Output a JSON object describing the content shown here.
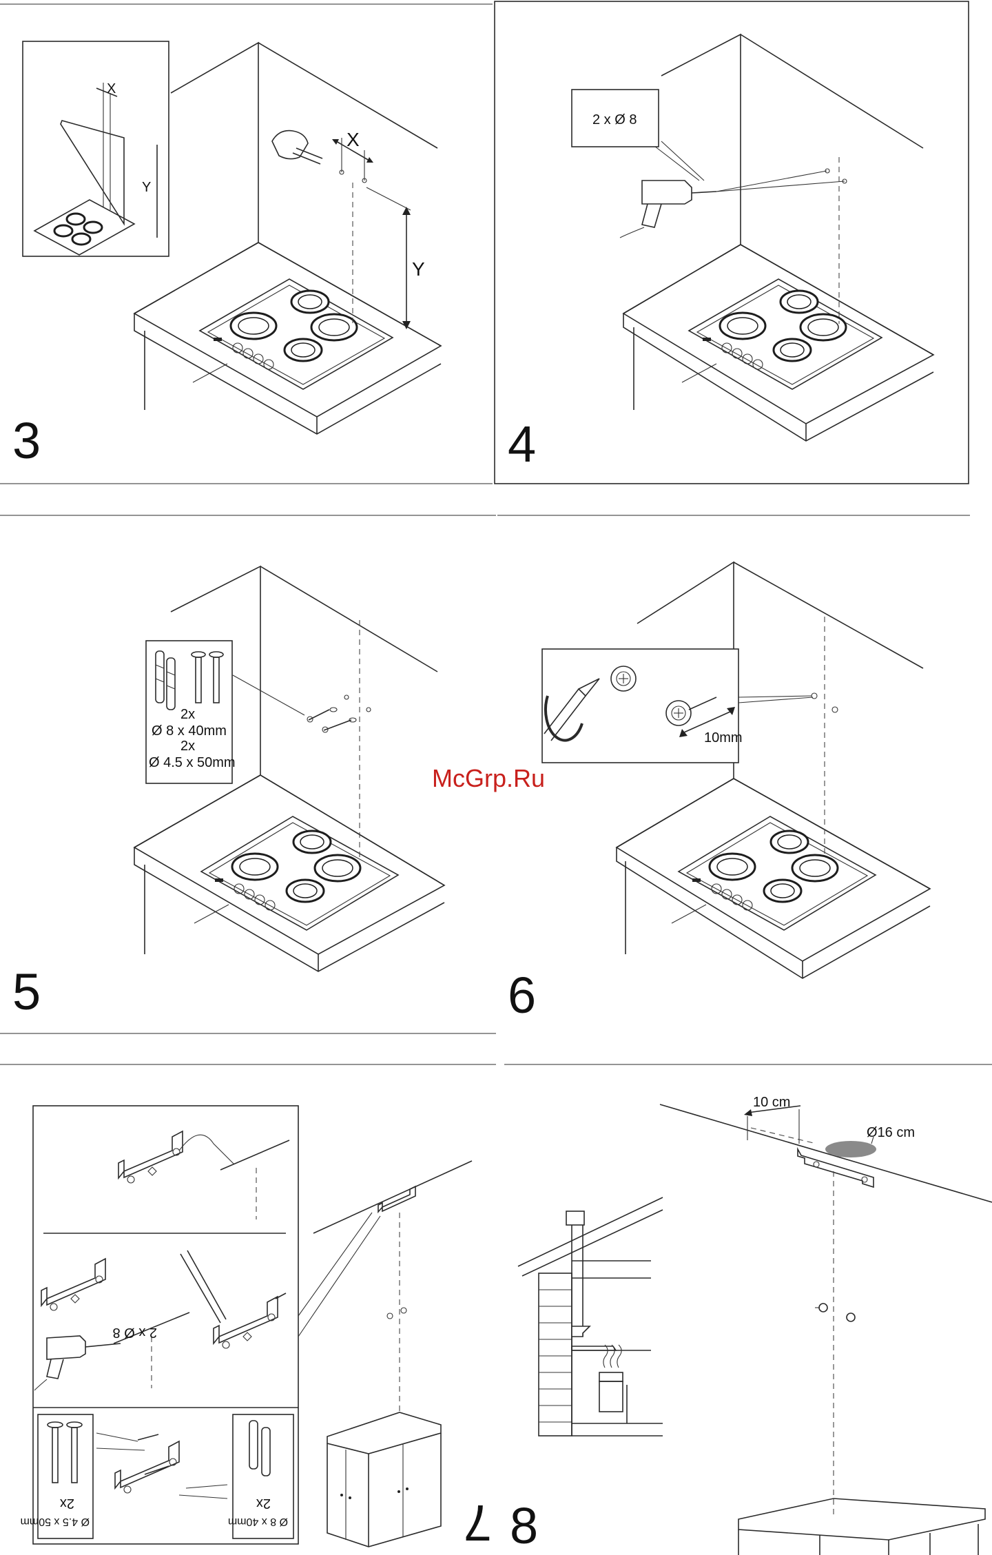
{
  "watermark": "McGrp.Ru",
  "steps": [
    {
      "number": "3",
      "labels": {
        "x_small": "X",
        "y_small": "Y",
        "x_large": "X",
        "y_large": "Y"
      }
    },
    {
      "number": "4",
      "callout": "2 x Ø 8"
    },
    {
      "number": "5",
      "callout": [
        "2x",
        "Ø 8 x 40mm",
        "2x",
        "Ø 4.5 x 50mm"
      ]
    },
    {
      "number": "6",
      "callout": "10mm"
    },
    {
      "number": "7",
      "callout": {
        "drill": "2 x Ø 8",
        "screws_qty": "2x",
        "screws_size": "Ø 4.5 x 50mm",
        "plugs_qty": "2x",
        "plugs_size": "Ø 8 x 40mm"
      }
    },
    {
      "number": "8",
      "labels": {
        "offset": "10 cm",
        "diameter": "Ø16 cm"
      }
    }
  ]
}
